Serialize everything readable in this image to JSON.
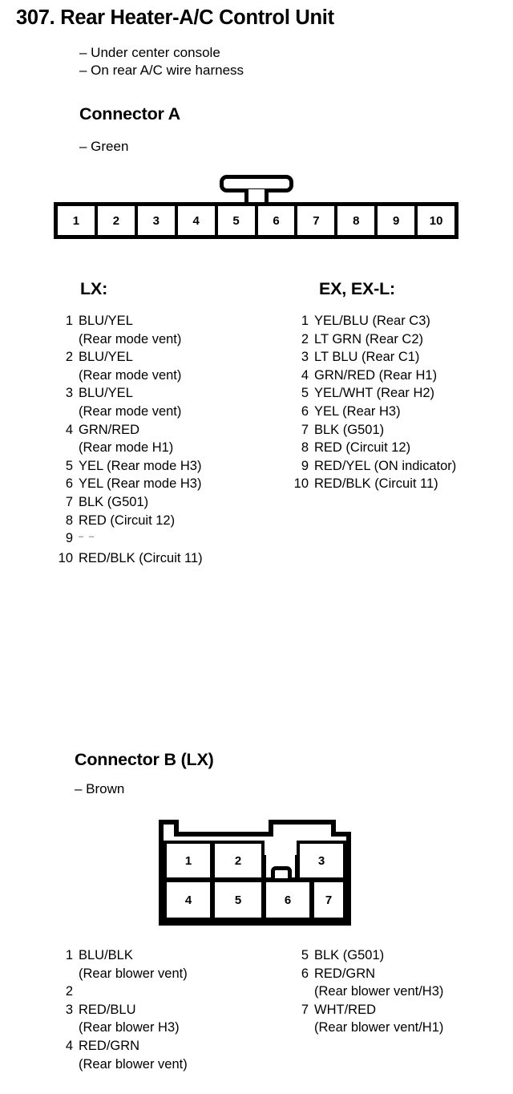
{
  "document": {
    "item_number": "307.",
    "title": "307. Rear Heater-A/C Control Unit",
    "location_notes": [
      "– Under center console",
      "– On rear A/C wire harness"
    ]
  },
  "connector_a": {
    "heading": "Connector A",
    "color": "– Green",
    "pin_count": 10,
    "pin_labels": [
      "1",
      "2",
      "3",
      "4",
      "5",
      "6",
      "7",
      "8",
      "9",
      "10"
    ],
    "lx": {
      "heading": "LX:",
      "pins": [
        {
          "num": "1",
          "wire": "BLU/YEL",
          "circuit": "(Rear mode vent)"
        },
        {
          "num": "2",
          "wire": "BLU/YEL",
          "circuit": "(Rear mode vent)"
        },
        {
          "num": "3",
          "wire": "BLU/YEL",
          "circuit": "(Rear mode vent)"
        },
        {
          "num": "4",
          "wire": "GRN/RED",
          "circuit": "(Rear mode H1)"
        },
        {
          "num": "5",
          "wire": "YEL (Rear mode H3)",
          "circuit": ""
        },
        {
          "num": "6",
          "wire": "YEL (Rear mode H3)",
          "circuit": ""
        },
        {
          "num": "7",
          "wire": "BLK (G501)",
          "circuit": ""
        },
        {
          "num": "8",
          "wire": "RED (Circuit 12)",
          "circuit": ""
        },
        {
          "num": "9",
          "wire": "– –",
          "circuit": ""
        },
        {
          "num": "10",
          "wire": "RED/BLK (Circuit 11)",
          "circuit": ""
        }
      ]
    },
    "ex": {
      "heading": "EX, EX-L:",
      "pins": [
        {
          "num": "1",
          "wire": "YEL/BLU (Rear C3)",
          "circuit": ""
        },
        {
          "num": "2",
          "wire": "LT GRN (Rear C2)",
          "circuit": ""
        },
        {
          "num": "3",
          "wire": "LT BLU (Rear C1)",
          "circuit": ""
        },
        {
          "num": "4",
          "wire": "GRN/RED (Rear H1)",
          "circuit": ""
        },
        {
          "num": "5",
          "wire": "YEL/WHT (Rear H2)",
          "circuit": ""
        },
        {
          "num": "6",
          "wire": "YEL (Rear H3)",
          "circuit": ""
        },
        {
          "num": "7",
          "wire": "BLK (G501)",
          "circuit": ""
        },
        {
          "num": "8",
          "wire": "RED (Circuit 12)",
          "circuit": ""
        },
        {
          "num": "9",
          "wire": "RED/YEL (ON indicator)",
          "circuit": ""
        },
        {
          "num": "10",
          "wire": "RED/BLK (Circuit 11)",
          "circuit": ""
        }
      ]
    }
  },
  "connector_b": {
    "heading": "Connector B (LX)",
    "color": "– Brown",
    "pin_labels_top": [
      "1",
      "2",
      "3"
    ],
    "pin_labels_bottom": [
      "4",
      "5",
      "6",
      "7"
    ],
    "left_column": [
      {
        "num": "1",
        "wire": "BLU/BLK",
        "circuit": "(Rear blower vent)"
      },
      {
        "num": "2",
        "wire": "",
        "circuit": ""
      },
      {
        "num": "3",
        "wire": "RED/BLU",
        "circuit": "(Rear blower H3)"
      },
      {
        "num": "4",
        "wire": "RED/GRN",
        "circuit": "(Rear blower vent)"
      }
    ],
    "right_column": [
      {
        "num": "5",
        "wire": "BLK (G501)",
        "circuit": ""
      },
      {
        "num": "6",
        "wire": "RED/GRN",
        "circuit": "(Rear blower vent/H3)"
      },
      {
        "num": "7",
        "wire": "WHT/RED",
        "circuit": "(Rear blower vent/H1)"
      }
    ]
  },
  "colors": {
    "ink": "#000000",
    "paper": "#ffffff"
  }
}
